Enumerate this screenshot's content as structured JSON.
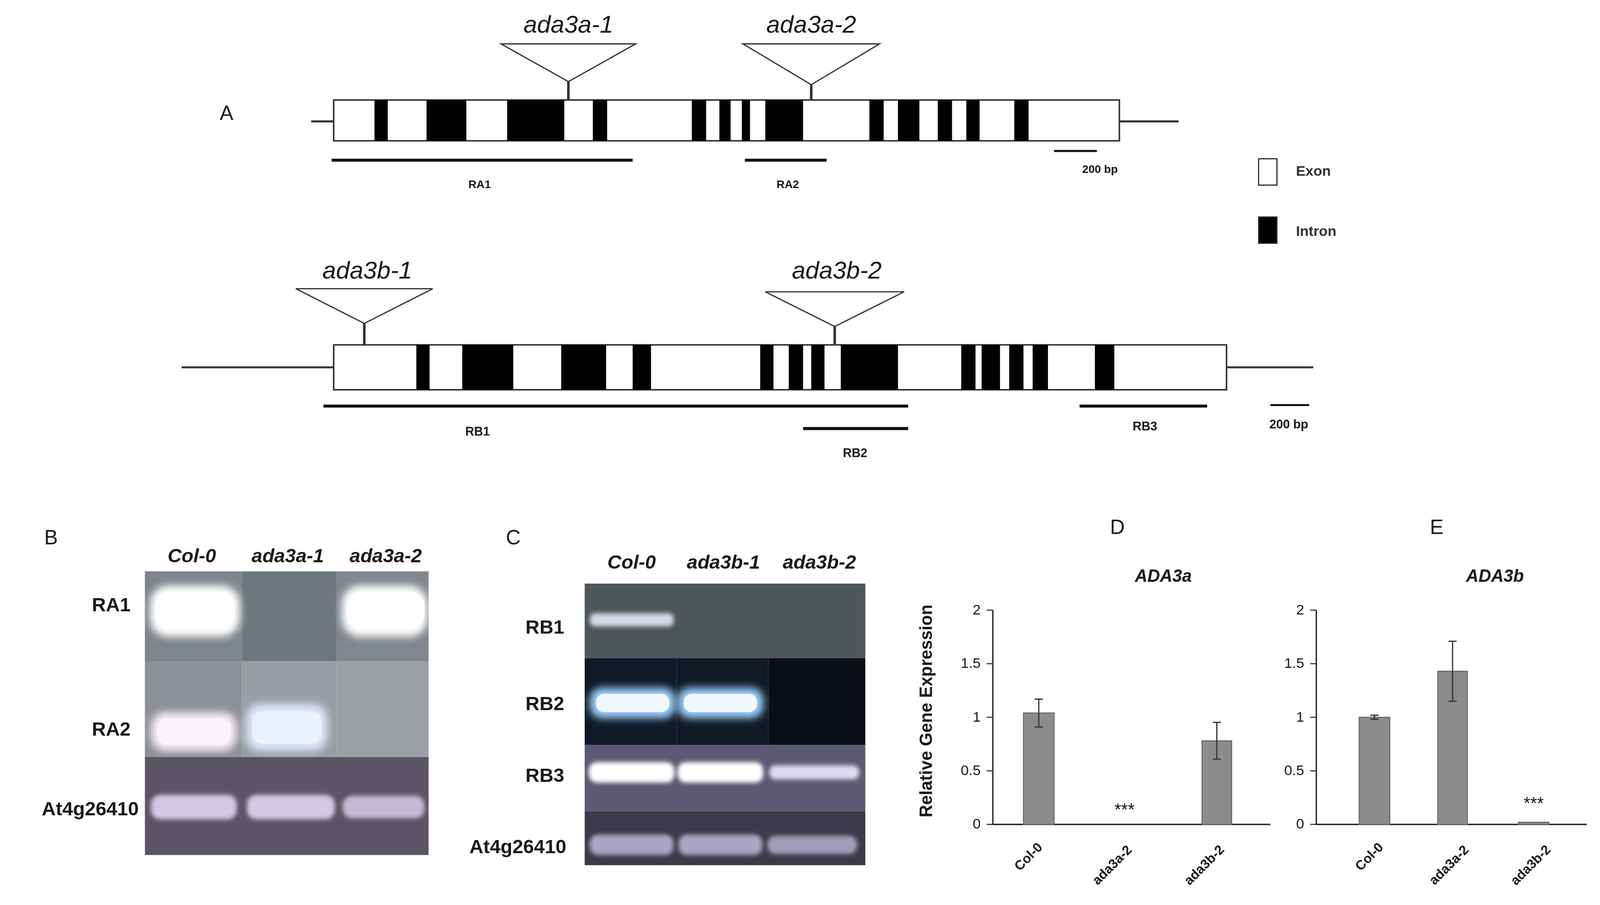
{
  "diagram": {
    "labels": [
      "A",
      "ada3a-1",
      "ada3a-2",
      "RA1",
      "RA2",
      "200 bp",
      "ada3b-1",
      "ada3b-2",
      "RB1",
      "RB2",
      "RB3",
      "200 bp",
      "B",
      "Col-0",
      "ada3a-1",
      "ada3a-2",
      "RA1",
      "RA2",
      "At4g26410",
      "C",
      "Col-0",
      "ada3b-1",
      "ada3b-2",
      "RB1",
      "RB2",
      "RB3",
      "At4g26410",
      "D",
      "ADA3a",
      "Relative Gene Expression",
      "2",
      "1.5",
      "1",
      "0.5",
      "0",
      "Col-0",
      "ada3a-2",
      "ada3b-2",
      "***",
      "E",
      "ADA3b",
      "2",
      "1.5",
      "1",
      "0.5",
      "0",
      "Col-0",
      "ada3a-2",
      "ada3b-2",
      "***"
    ],
    "legend": [
      {
        "text": "Exon",
        "color": "#ffffff"
      },
      {
        "text": "Intron",
        "color": "#000000"
      }
    ]
  }
}
